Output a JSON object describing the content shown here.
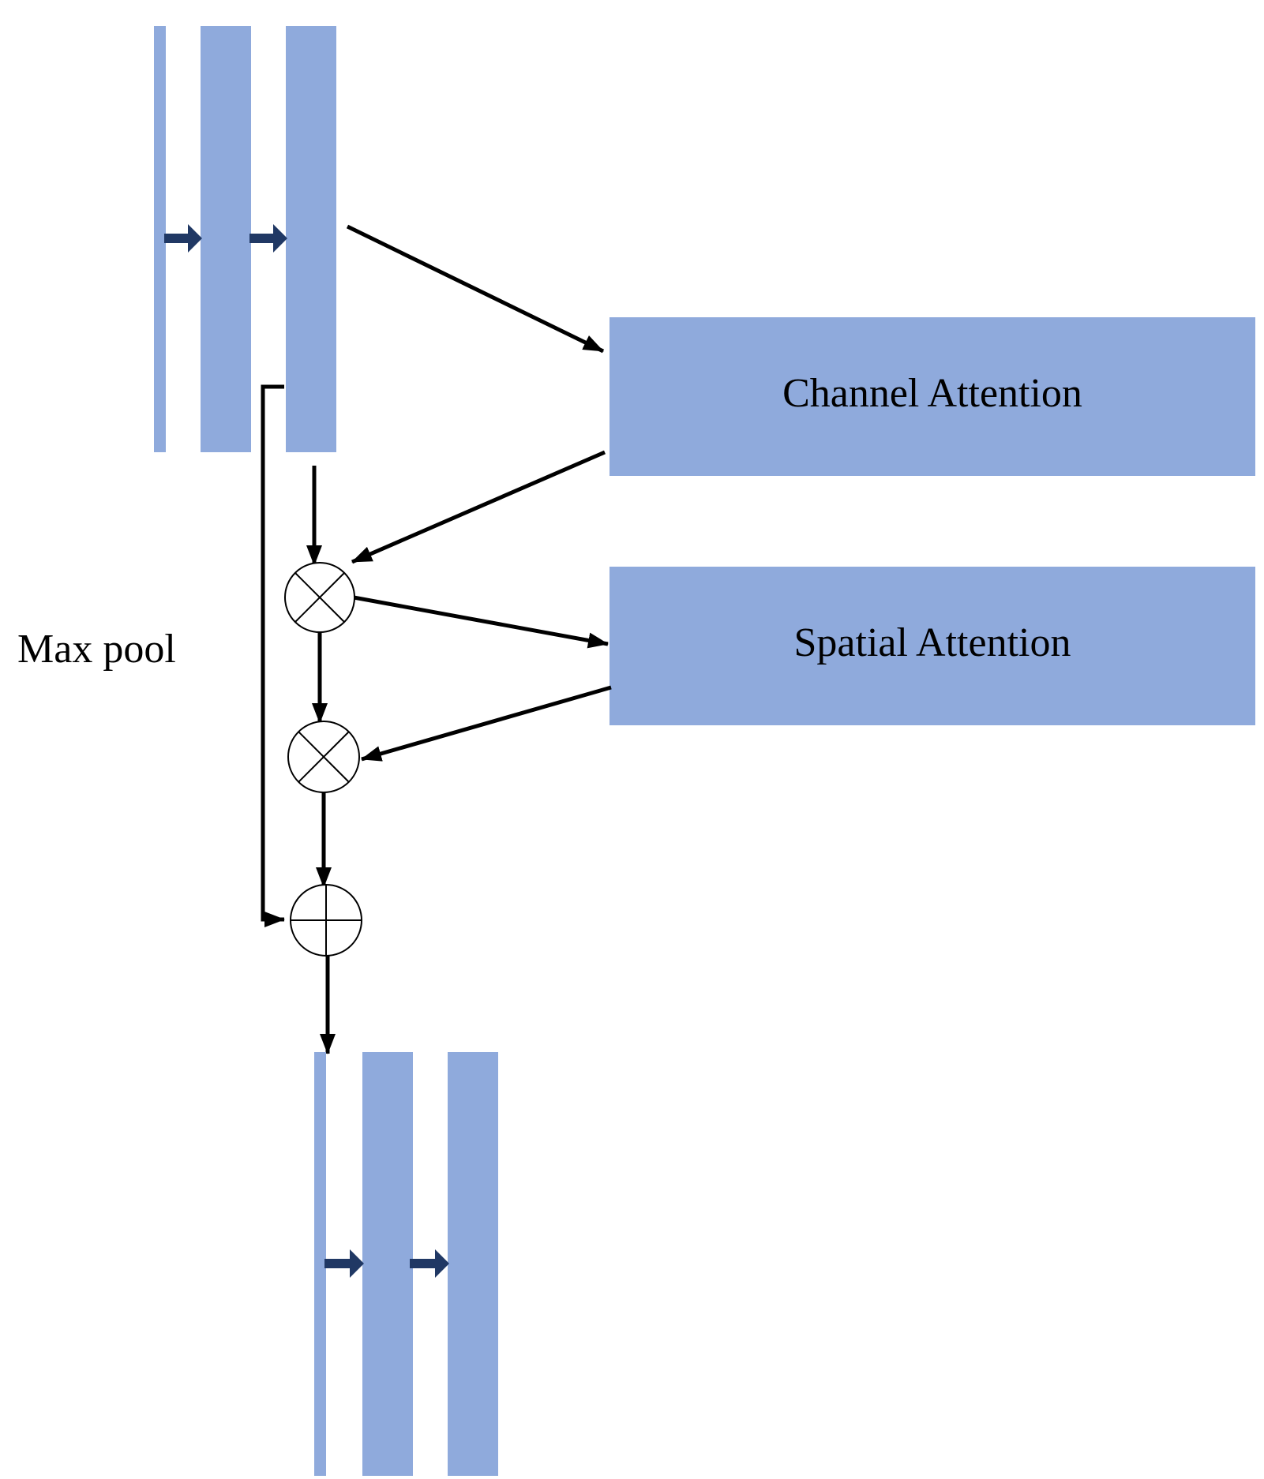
{
  "colors": {
    "block": "#8faadc",
    "flow_arrow": "#203864",
    "line": "#000000",
    "background": "#ffffff"
  },
  "modules": {
    "channel_attention": "Channel Attention",
    "spatial_attention": "Spatial Attention"
  },
  "side_label": "Max pool",
  "operators": {
    "multiply": "multiply-operator",
    "add": "add-operator"
  }
}
